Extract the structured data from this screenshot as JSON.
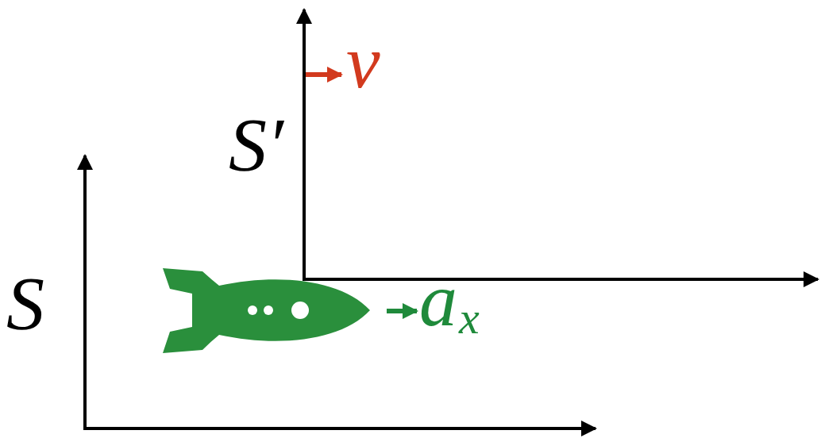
{
  "diagram": {
    "labels": [
      "S′",
      "v",
      "S",
      "a",
      "x"
    ]
  }
}
